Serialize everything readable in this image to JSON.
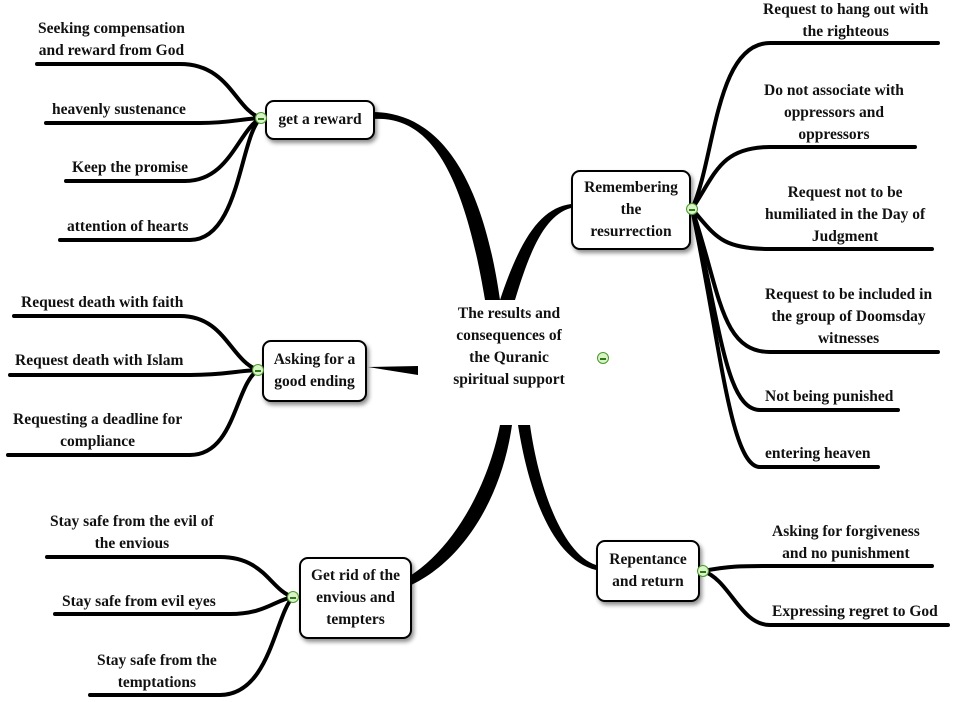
{
  "center": {
    "lines": [
      "The results and",
      "consequences of",
      "the  Quranic",
      "spiritual support"
    ]
  },
  "branches": {
    "reward": {
      "lines": [
        "get a reward"
      ],
      "leaves": [
        [
          "Seeking compensation",
          "and reward from God"
        ],
        [
          "heavenly sustenance"
        ],
        [
          "Keep the promise"
        ],
        [
          "attention of hearts"
        ]
      ]
    },
    "ending": {
      "lines": [
        "Asking for a",
        "good ending"
      ],
      "leaves": [
        [
          "Request death with faith"
        ],
        [
          "Request death with Islam"
        ],
        [
          "Requesting a deadline for",
          "compliance"
        ]
      ]
    },
    "envious": {
      "lines": [
        "Get rid of the",
        "envious and",
        "tempters"
      ],
      "leaves": [
        [
          "Stay safe from the evil of",
          "the envious"
        ],
        [
          "Stay safe from evil eyes"
        ],
        [
          "Stay safe from the",
          "temptations"
        ]
      ]
    },
    "resurrection": {
      "lines": [
        "Remembering",
        "the",
        "resurrection"
      ],
      "leaves": [
        [
          "Request to hang out with",
          "the righteous"
        ],
        [
          "Do not associate with",
          "oppressors and",
          "oppressors"
        ],
        [
          "Request not to be",
          "humiliated in the Day of",
          "Judgment"
        ],
        [
          "Request to be included in",
          "the group of Doomsday",
          "witnesses"
        ],
        [
          "Not being punished"
        ],
        [
          "entering heaven"
        ]
      ]
    },
    "repentance": {
      "lines": [
        "Repentance",
        "and return"
      ],
      "leaves": [
        [
          "Asking for forgiveness",
          "and no punishment"
        ],
        [
          "Expressing regret to God"
        ]
      ]
    }
  },
  "toggle_color": "#4a9a2c"
}
